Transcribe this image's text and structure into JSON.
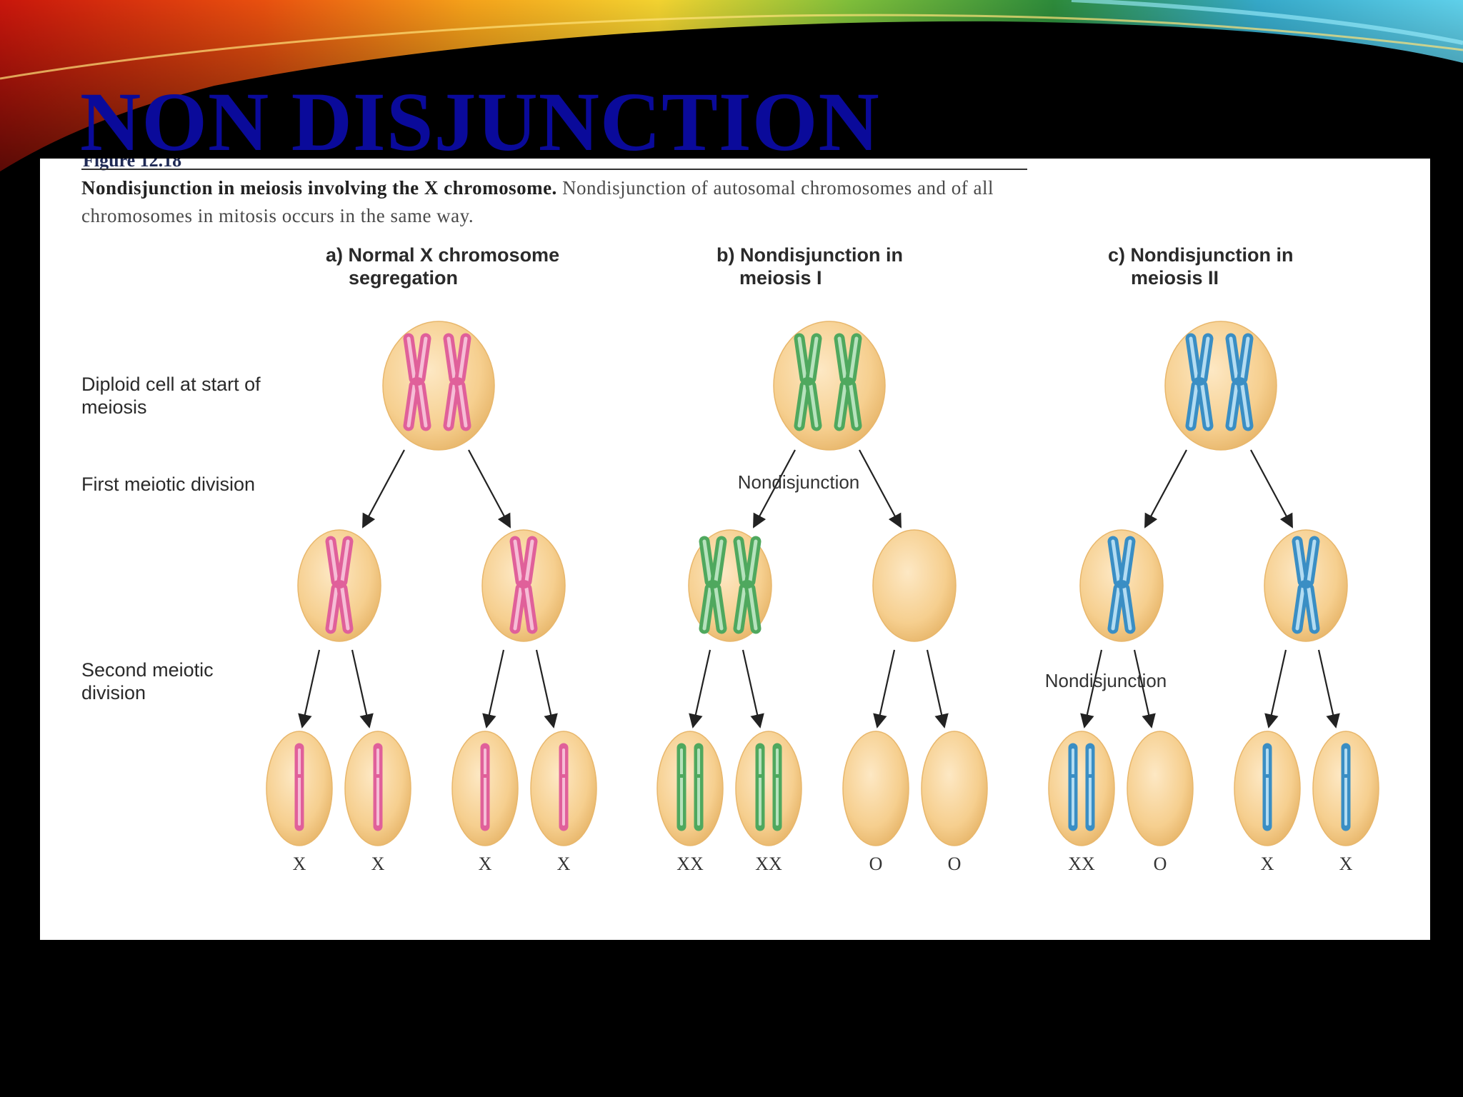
{
  "slide": {
    "title": "NON DISJUNCTION"
  },
  "figure": {
    "label": "Figure 12.18",
    "caption_bold": "Nondisjunction in meiosis involving the X chromosome.",
    "caption_rest": " Nondisjunction of autosomal chromosomes and of all chromosomes in mitosis occurs in the same way.",
    "row_labels": {
      "diploid": [
        "Diploid cell at start of",
        "meiosis"
      ],
      "first": [
        "First meiotic division"
      ],
      "second": [
        "Second meiotic",
        "division"
      ]
    },
    "nondisjunction_label": "Nondisjunction",
    "panels": [
      {
        "id": "a",
        "title_lines": [
          "a) Normal X chromosome",
          "segregation"
        ],
        "color": "#e0609a",
        "color_light": "#f6bdd6",
        "genotypes": [
          "X",
          "X",
          "X",
          "X"
        ]
      },
      {
        "id": "b",
        "title_lines": [
          "b) Nondisjunction in",
          "meiosis I"
        ],
        "color": "#4fa85e",
        "color_light": "#b6e2bd",
        "genotypes": [
          "XX",
          "XX",
          "O",
          "O"
        ]
      },
      {
        "id": "c",
        "title_lines": [
          "c) Nondisjunction in",
          "meiosis II"
        ],
        "color": "#3a8ec4",
        "color_light": "#b3dcf2",
        "genotypes": [
          "XX",
          "O",
          "X",
          "X"
        ]
      }
    ],
    "colors": {
      "cell_fill": "#f6cf8f",
      "cell_light": "#fde8c4",
      "cell_edge": "#e8b76c",
      "arrow": "#222222",
      "title_blue": "#0a0a9a"
    }
  }
}
